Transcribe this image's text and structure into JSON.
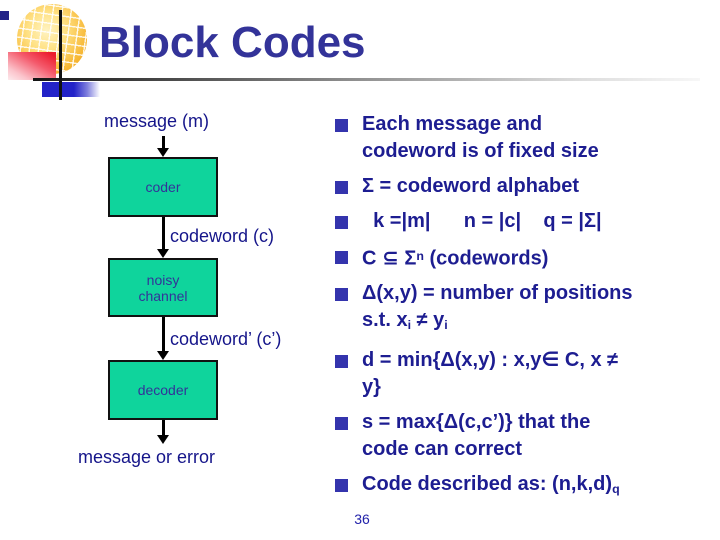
{
  "slide": {
    "title": "Block Codes",
    "page_number": "36"
  },
  "colors": {
    "title_text": "#333399",
    "body_text": "#1d1d91",
    "bullet_marker": "#3434ad",
    "flowchart_box_fill": "#0fd49c",
    "flowchart_text": "#15158a",
    "logo_red": "#ec1c2d",
    "logo_blue": "#2323c8",
    "logo_yellow": "#f8bc3d"
  },
  "flowchart": {
    "input_label": "message (m)",
    "coder_label": "coder",
    "codeword_label": "codeword (c)",
    "channel_label_line1": "noisy",
    "channel_label_line2": "channel",
    "codeword_prime_label": "codeword’ (c’)",
    "decoder_label": "decoder",
    "output_label": "message or error"
  },
  "bullets": [
    {
      "lines": [
        [
          {
            "text": "Each message and"
          }
        ],
        [
          {
            "text": "codeword is of fixed size"
          }
        ]
      ]
    },
    {
      "lines": [
        [
          {
            "text": "Σ = codeword alphabet"
          }
        ]
      ]
    },
    {
      "lines": [
        [
          {
            "text": "  k =|m|      n = |c|    q = |Σ|"
          }
        ]
      ]
    },
    {
      "lines": [
        [
          {
            "text": "C ⊆ Σ"
          },
          {
            "sup": "n"
          },
          {
            "text": " (codewords)"
          }
        ]
      ]
    },
    {
      "lines": [
        [
          {
            "text": "Δ(x,y) = number of positions"
          }
        ],
        [
          {
            "text": "s.t. x"
          },
          {
            "sub": "i"
          },
          {
            "text": " ≠ y"
          },
          {
            "sub": "i"
          }
        ]
      ]
    },
    {
      "lines": [
        [
          {
            "text": "d = min{Δ(x,y) : x,y∈ C, x ≠"
          }
        ],
        [
          {
            "text": "y}"
          }
        ]
      ]
    },
    {
      "lines": [
        [
          {
            "text": "s = max{Δ(c,c’)} that the"
          }
        ],
        [
          {
            "text": "code can correct"
          }
        ]
      ]
    },
    {
      "lines": [
        [
          {
            "text": "Code described as: (n,k,d)"
          },
          {
            "sub": "q"
          }
        ]
      ]
    }
  ]
}
